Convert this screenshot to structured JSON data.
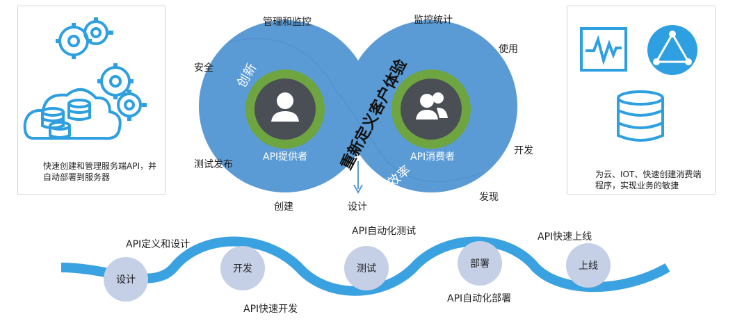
{
  "left_panel": {
    "caption": "快速创建和管理服务端API，并自动部署到服务器"
  },
  "right_panel": {
    "caption": "为云、IOT、快速创建消费端程序，实现业务的敏捷"
  },
  "infinity": {
    "center_text": "重新定义客户体验",
    "left_inner": "创新",
    "right_inner": "效率",
    "provider_label": "API提供者",
    "consumer_label": "API消费者",
    "arrow_label": "设计",
    "outer_labels": {
      "manage": "管理和监控",
      "security": "安全",
      "test_publish": "测试发布",
      "create": "创建",
      "monitor_stats": "监控统计",
      "use": "使用",
      "develop": "开发",
      "discover": "发现"
    }
  },
  "wave": {
    "stages": [
      "设计",
      "开发",
      "测试",
      "部署",
      "上线"
    ],
    "annotations": {
      "define_design": "API定义和设计",
      "fast_develop": "API快速开发",
      "auto_test": "API自动化测试",
      "auto_deploy": "API自动化部署",
      "fast_launch": "API快速上线"
    }
  },
  "colors": {
    "blue": "#5b9bd5",
    "green": "#6ea540",
    "dark_gray": "#4a4f55",
    "wave_blue": "#3aa2e0",
    "stage_fill": "#c5cfe6",
    "icon_blue": "#2e9fe0"
  }
}
